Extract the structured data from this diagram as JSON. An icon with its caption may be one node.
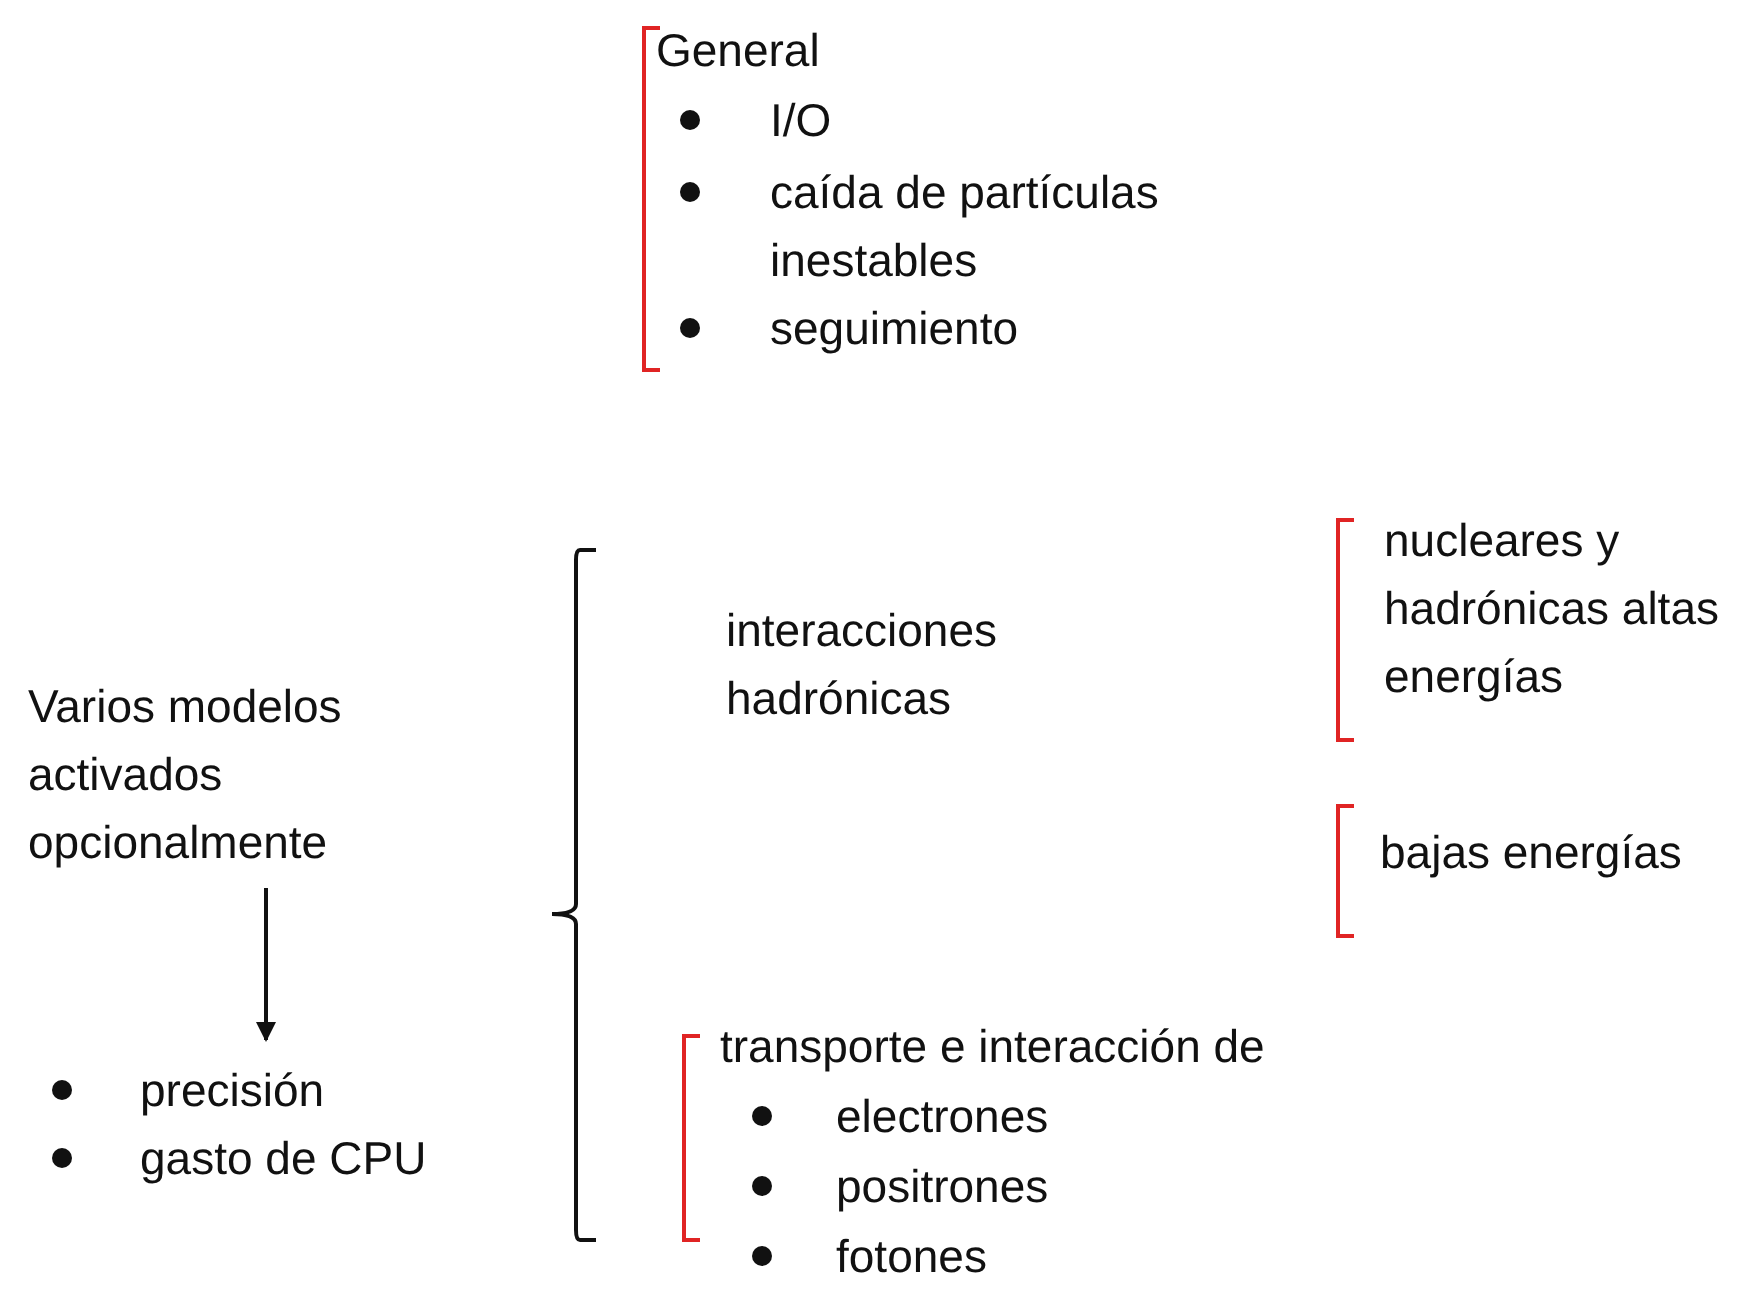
{
  "diagram": {
    "nodes": [
      {
        "text": [
          "Varios modelos activados opcionalmente"
        ]
      },
      {
        "text": [
          "precisión",
          "gasto de CPU"
        ]
      }
    ],
    "edges": [
      {
        "from": 0,
        "to": 1,
        "arrow": "to"
      }
    ],
    "labels": [
      "General",
      "I/O",
      "caída de partículas inestables",
      "seguimiento",
      "interacciones hadrónicas",
      "nucleares y hadrónicas altas energías",
      "bajas energías",
      "transporte e interacción de",
      "electrones",
      "positrones",
      "fotones"
    ]
  }
}
